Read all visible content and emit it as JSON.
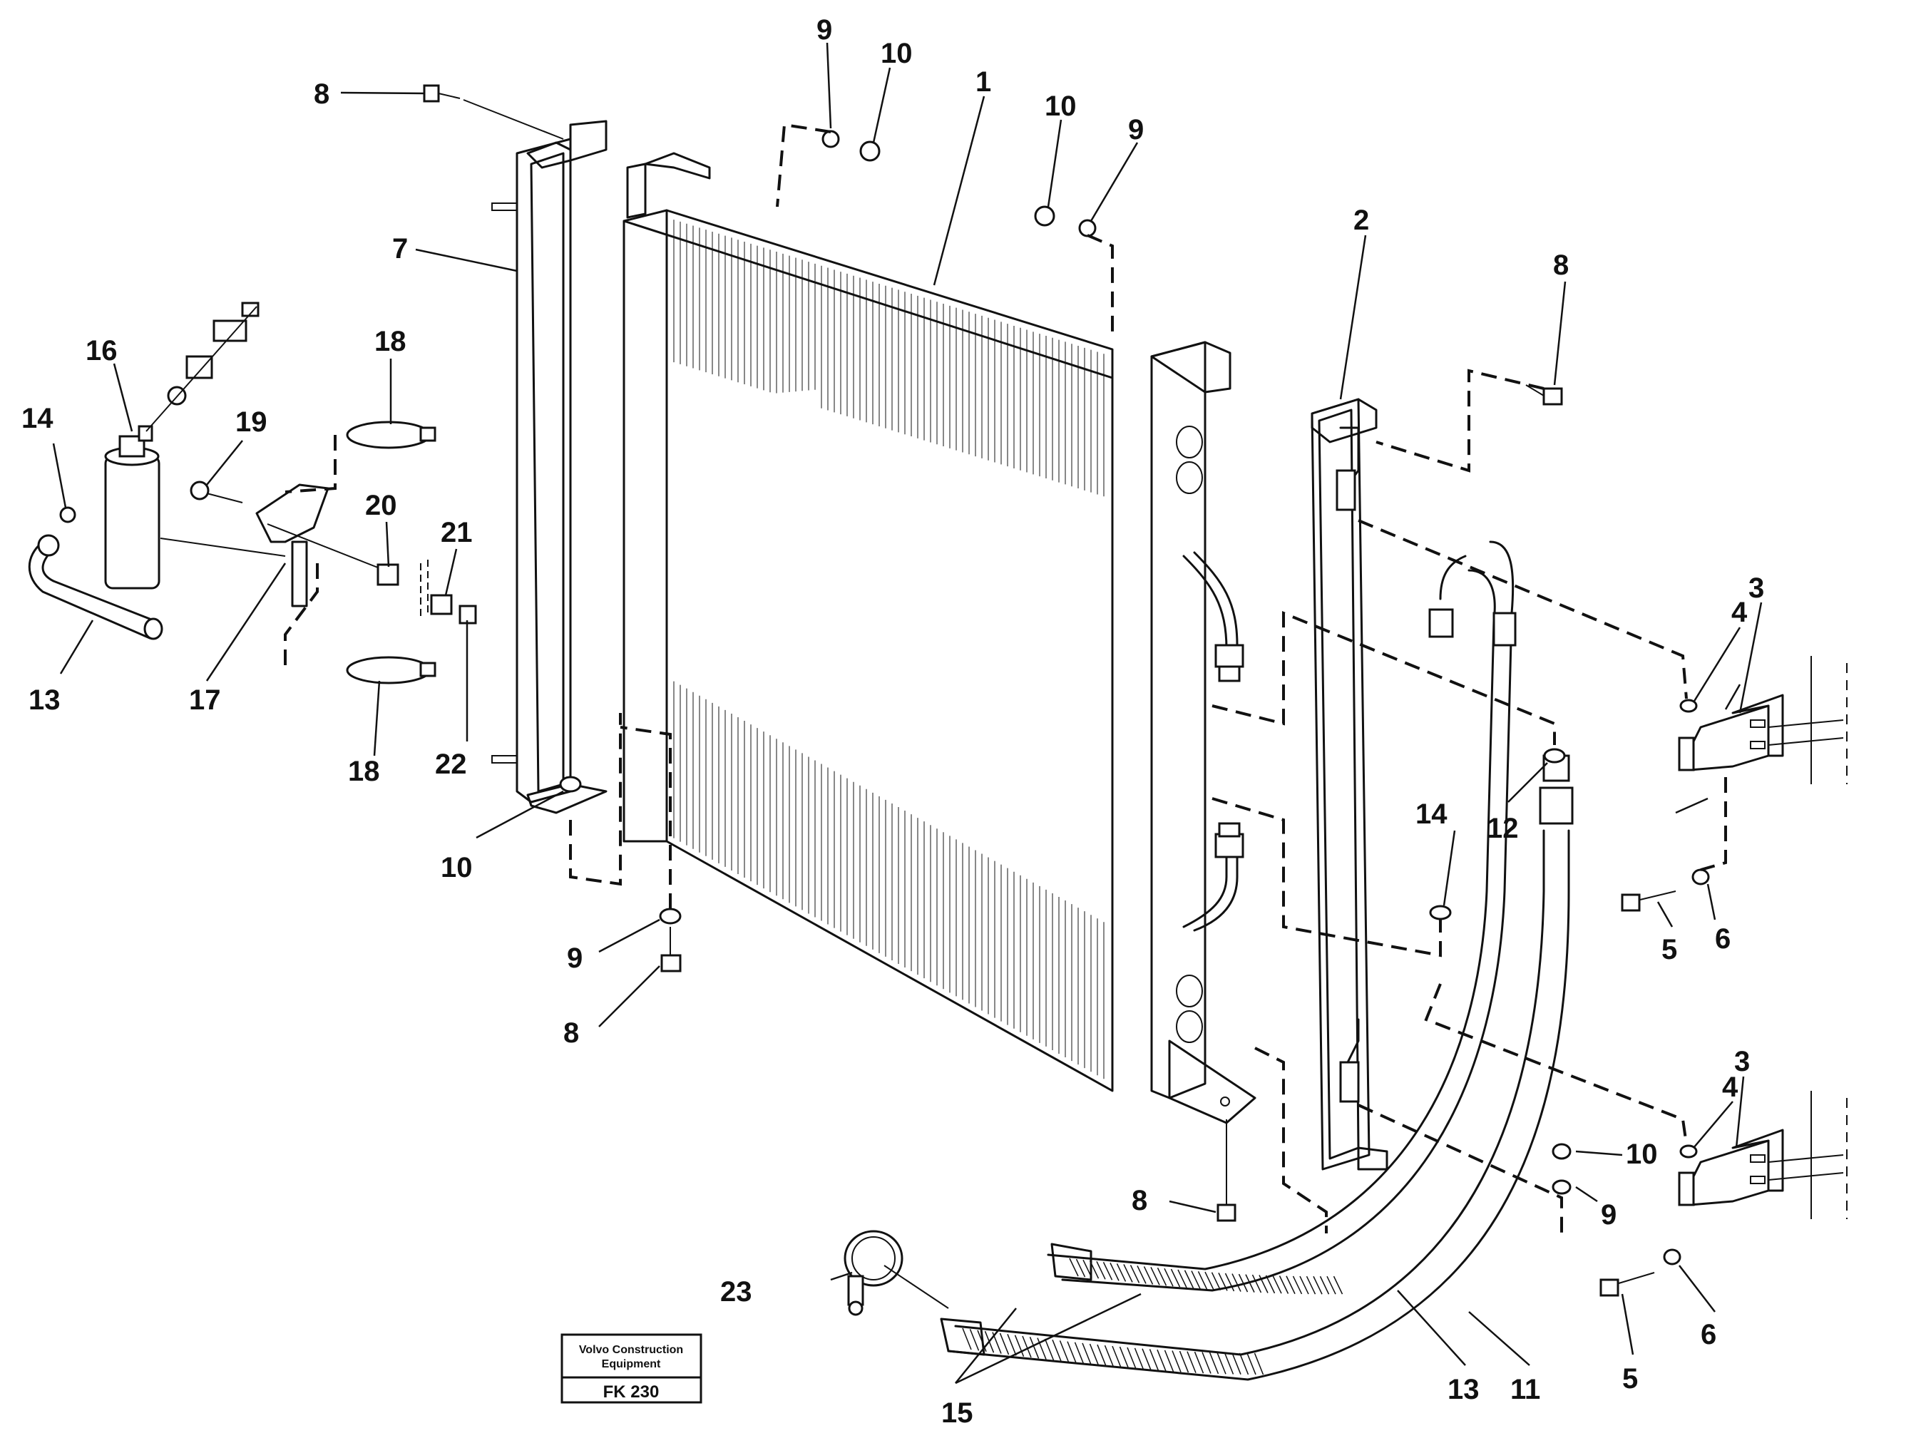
{
  "title_block": {
    "company_line1": "Volvo Construction",
    "company_line2": "Equipment",
    "drawing_code": "FK 230"
  },
  "callouts": {
    "c1": "1",
    "c2": "2",
    "c3a": "3",
    "c3b": "3",
    "c4a": "4",
    "c4b": "4",
    "c5a": "5",
    "c5b": "5",
    "c6a": "6",
    "c6b": "6",
    "c7": "7",
    "c8a": "8",
    "c8b": "8",
    "c8c": "8",
    "c8d": "8",
    "c9a": "9",
    "c9b": "9",
    "c9c": "9",
    "c9d": "9",
    "c10a": "10",
    "c10b": "10",
    "c10c": "10",
    "c10d": "10",
    "c11": "11",
    "c12": "12",
    "c13a": "13",
    "c13b": "13",
    "c14a": "14",
    "c14b": "14",
    "c15": "15",
    "c16": "16",
    "c17": "17",
    "c18a": "18",
    "c18b": "18",
    "c19": "19",
    "c20": "20",
    "c21": "21",
    "c22": "22",
    "c23": "23"
  }
}
